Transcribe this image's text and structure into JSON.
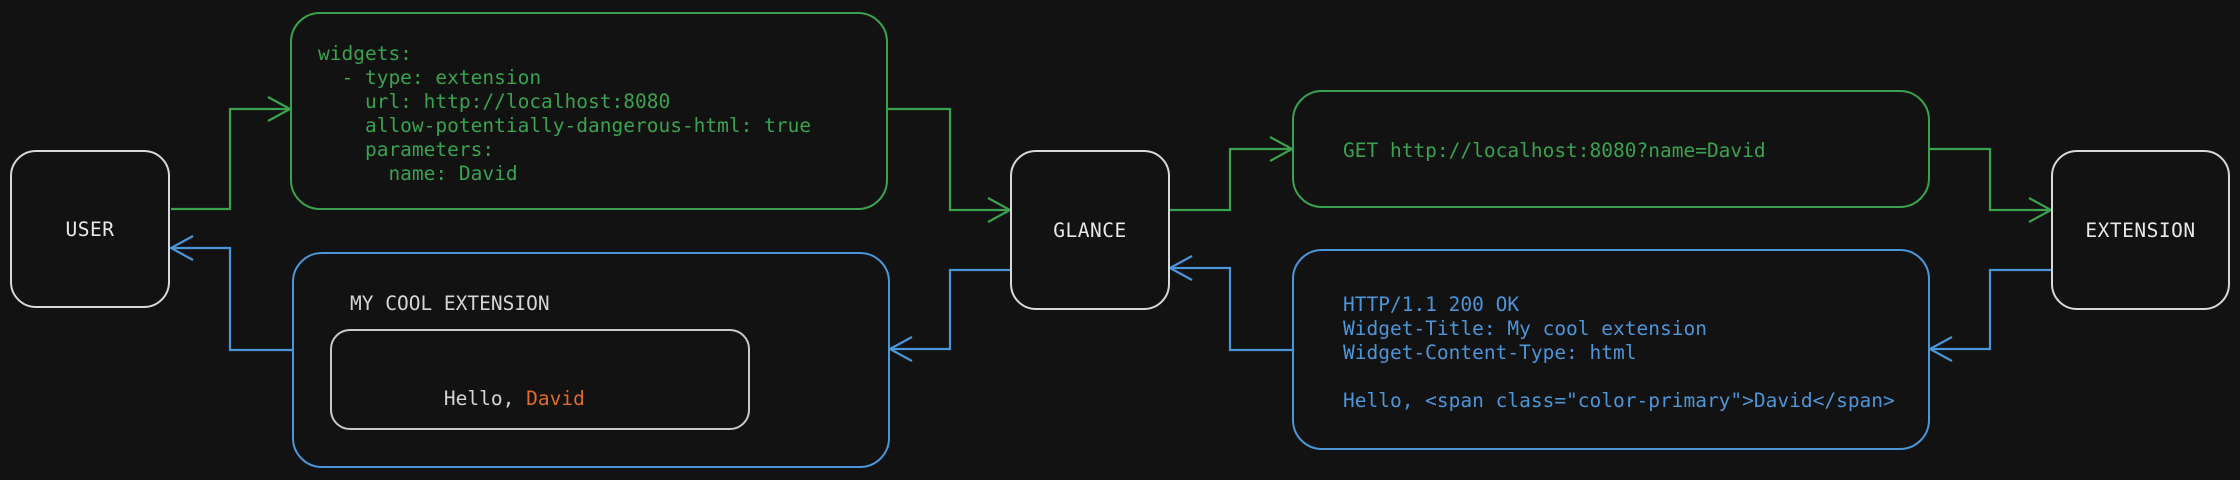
{
  "colors": {
    "background": "#121212",
    "request_green": "#3aa24e",
    "response_blue": "#4c95d8",
    "highlight_orange": "#df6a2d",
    "node_border": "#d8d8d8",
    "inner_border": "#c9c9c9",
    "text_primary": "#e8e8e8",
    "text_secondary": "#d4d6d6"
  },
  "nodes": {
    "user": {
      "label": "USER"
    },
    "glance": {
      "label": "GLANCE"
    },
    "extension": {
      "label": "EXTENSION"
    }
  },
  "flow": {
    "config_box": {
      "code": "widgets:\n  - type: extension\n    url: http://localhost:8080\n    allow-potentially-dangerous-html: true\n    parameters:\n      name: David"
    },
    "request_box": {
      "code": "GET http://localhost:8080?name=David"
    },
    "response_box": {
      "code": "HTTP/1.1 200 OK\nWidget-Title: My cool extension\nWidget-Content-Type: html\n\nHello, <span class=\"color-primary\">David</span>"
    },
    "widget_preview": {
      "title": "MY COOL EXTENSION",
      "greeting_prefix": "Hello, ",
      "greeting_name": "David"
    }
  }
}
